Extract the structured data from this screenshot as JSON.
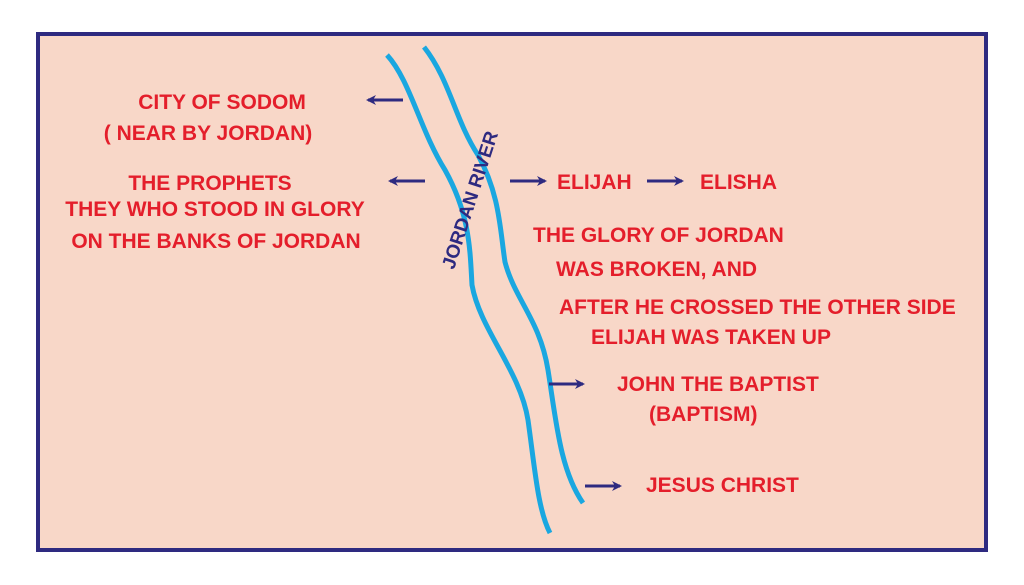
{
  "colors": {
    "background": "#f8d7c8",
    "border": "#2e2a80",
    "text": "#e41e2b",
    "river": "#1aa7e0",
    "arrow": "#2e2a80"
  },
  "river_label": "JORDAN RIVER",
  "left": {
    "sodom": [
      "CITY OF SODOM",
      "( NEAR BY JORDAN)"
    ],
    "prophets": [
      "THE PROPHETS",
      "THEY WHO STOOD IN GLORY",
      "ON THE BANKS OF JORDAN"
    ]
  },
  "right": {
    "elijah": "ELIJAH",
    "elisha": "ELISHA",
    "glory": [
      "THE GLORY OF JORDAN",
      "WAS BROKEN, AND",
      "AFTER HE CROSSED THE OTHER SIDE",
      "ELIJAH WAS TAKEN UP"
    ],
    "john": [
      "JOHN THE BAPTIST",
      "(BAPTISM)"
    ],
    "jesus": "JESUS CHRIST"
  }
}
